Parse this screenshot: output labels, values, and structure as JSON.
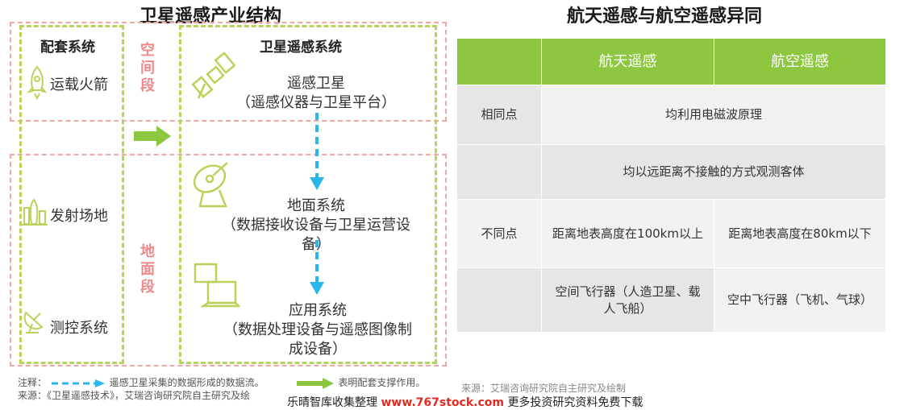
{
  "left_title": "卫星遥感产业结构",
  "right_title": "航天遥感与航空遥感异同",
  "segments": {
    "space": "空间段",
    "ground": "地面段"
  },
  "support_system": {
    "title": "配套系统",
    "items": [
      "运载火箭",
      "发射场地",
      "测控系统"
    ]
  },
  "satellite_system": {
    "title": "卫星遥感系统",
    "satellite": [
      "遥感卫星",
      "（遥感仪器与卫星平台）"
    ],
    "ground_system": [
      "地面系统",
      "（数据接收设备与卫星运营设",
      "备）"
    ],
    "application_system": [
      "应用系统",
      "（数据处理设备与遥感图像制",
      "成设备）"
    ]
  },
  "table": {
    "headers": [
      "",
      "航天遥感",
      "航空遥感"
    ],
    "rows": [
      {
        "label": "相同点",
        "merged": "均利用电磁波原理"
      },
      {
        "label": "",
        "merged": "均以远距离不接触的方式观测客体"
      },
      {
        "label": "不同点",
        "col1": "距离地表高度在100km以上",
        "col2": "距离地表高度在80km以下"
      },
      {
        "label": "",
        "col1": [
          "空间飞行器（人造卫星、载",
          "人飞船）"
        ],
        "col2": "空中飞行器（飞机、气球）"
      }
    ]
  },
  "notes": {
    "note_prefix": "注释：",
    "note_blue": "遥感卫星采集的数据形成的数据流。",
    "note_green": "表明配套支撑作用。",
    "source": "来源：《卫星遥感技术》，艾瑞咨询研究院自主研究及绘",
    "source_right": "来源：艾瑞咨询研究院自主研究及绘制"
  },
  "watermark": {
    "prefix": "乐晴智库收集整理",
    "url": "www.767stock.com",
    "suffix": "更多投资研究资料免费下载"
  },
  "colors": {
    "segment_red": "#f2a7a7",
    "system_green": "#b9d35a",
    "flow_blue": "#29b6e8",
    "header_green": "#8dc63f"
  },
  "icons": [
    "rocket-icon",
    "satellite-icon",
    "launch-site-icon",
    "radar-dish-icon",
    "tracking-antenna-icon",
    "computer-icon"
  ]
}
